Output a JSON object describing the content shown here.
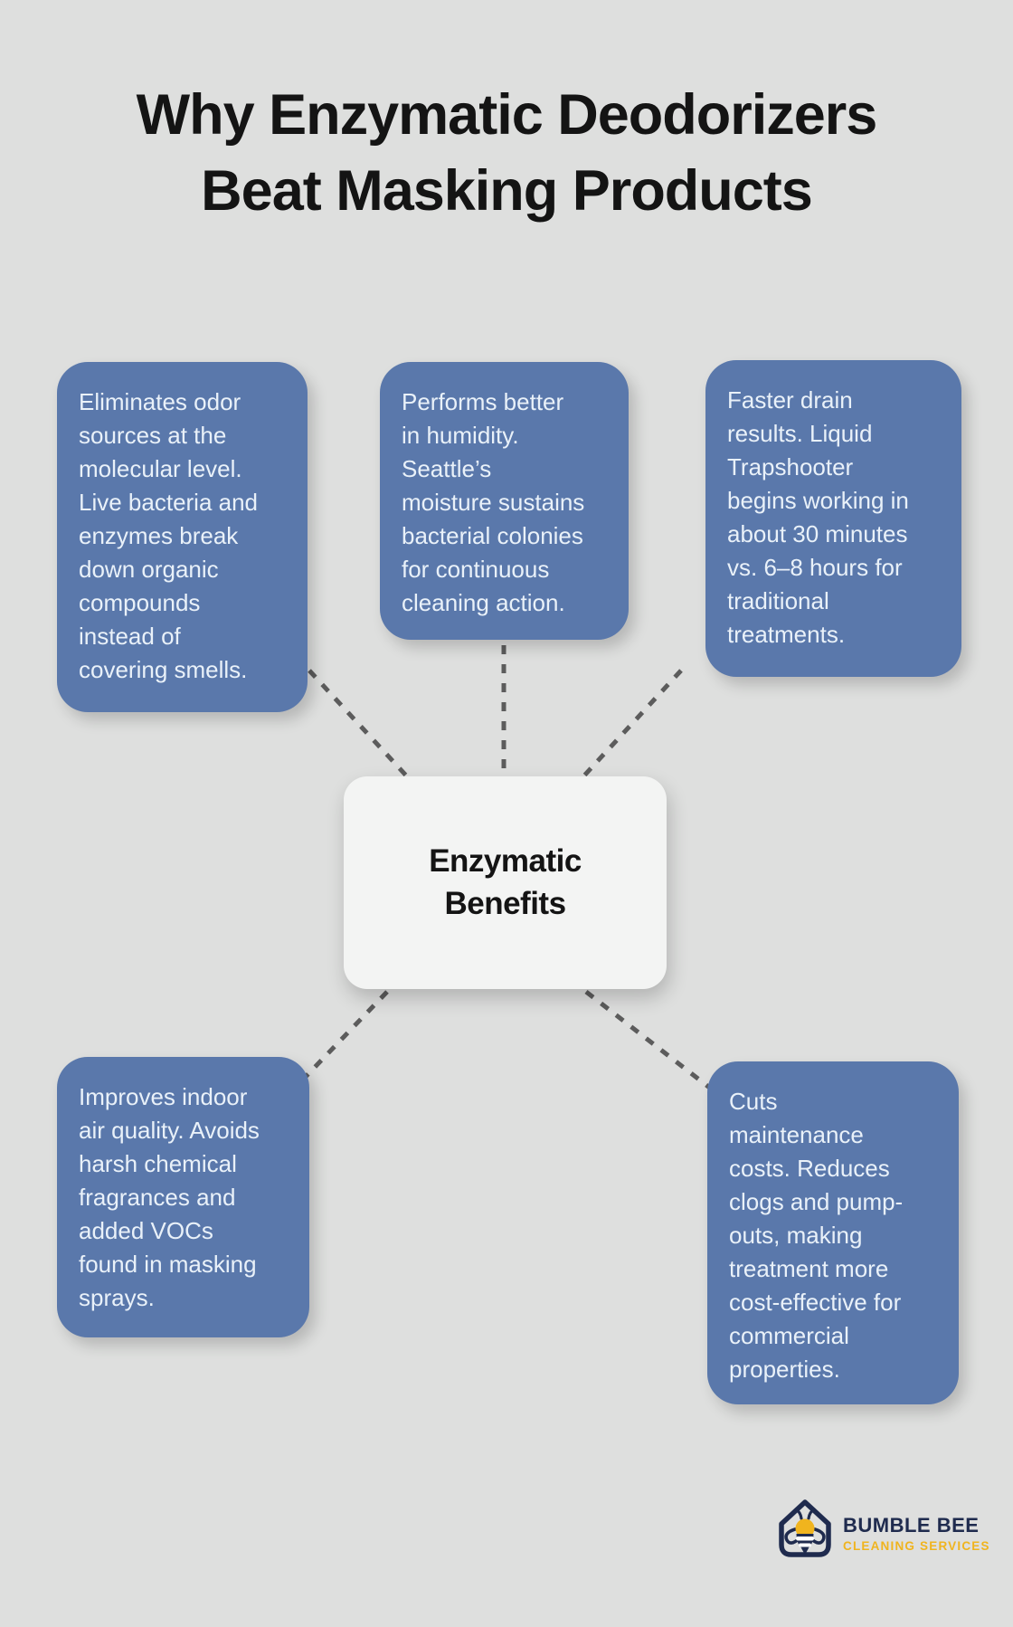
{
  "title": {
    "text": "Why Enzymatic Deodorizers\nBeat Masking Products"
  },
  "center": {
    "label": "Enzymatic\nBenefits"
  },
  "benefits": [
    {
      "position": "top-left",
      "text": "Eliminates odor\nsources at the\nmolecular level.\nLive bacteria and\nenzymes break\ndown organic\ncompounds\ninstead of\ncovering smells."
    },
    {
      "position": "top-center",
      "text": "Performs better\nin humidity.\nSeattle’s\nmoisture sustains\nbacterial colonies\nfor continuous\ncleaning action."
    },
    {
      "position": "top-right",
      "text": "Faster drain\nresults. Liquid\nTrapshooter\nbegins working in\nabout 30 minutes\nvs. 6–8 hours for\ntraditional\ntreatments."
    },
    {
      "position": "bottom-left",
      "text": "Improves indoor\nair quality. Avoids\nharsh chemical\nfragrances and\nadded VOCs\nfound in masking\nsprays."
    },
    {
      "position": "bottom-right",
      "text": "Cuts\nmaintenance\ncosts. Reduces\nclogs and pump-\nouts, making\ntreatment more\ncost-effective for\ncommercial\nproperties."
    }
  ],
  "logo": {
    "name": "BUMBLE BEE",
    "tagline": "CLEANING SERVICES",
    "icon": "bee-in-house-icon"
  },
  "colors": {
    "background": "#dedfde",
    "benefit_box": "#5a78ab",
    "benefit_text": "#e9f1f9",
    "center_box": "#f3f4f3",
    "title_text": "#141414",
    "connector": "#5c5c5c",
    "logo_navy": "#1f2b4e",
    "logo_yellow": "#f0b41e"
  }
}
